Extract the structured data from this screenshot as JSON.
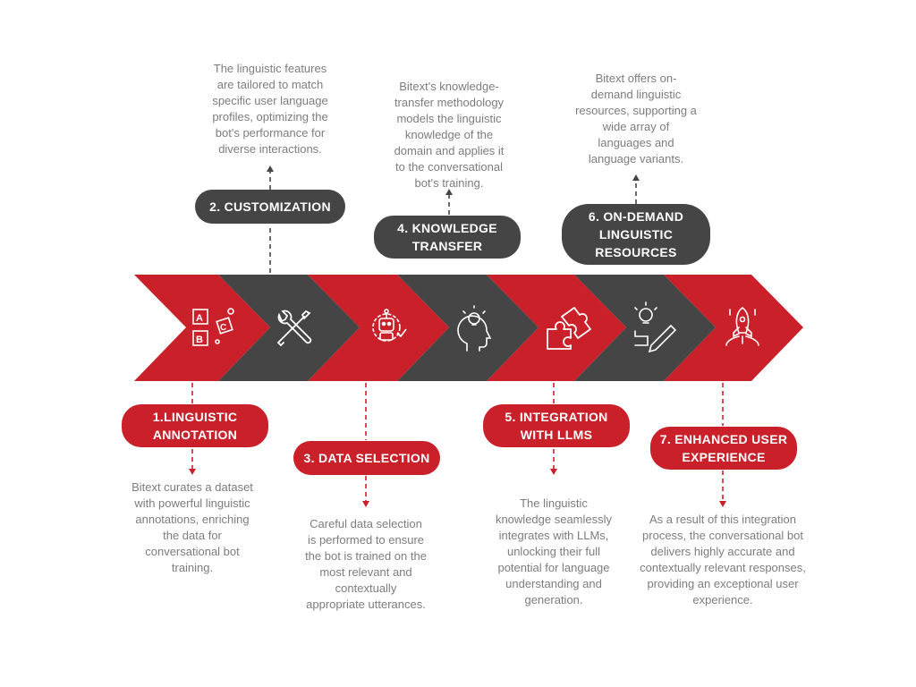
{
  "colors": {
    "red": "#c9202a",
    "dark": "#454545",
    "arrow_up": "#454545",
    "arrow_down": "#c9202a"
  },
  "steps": [
    {
      "label": "1.LINGUISTIC\nANNOTATION",
      "description": "Bitext curates a dataset\nwith powerful linguistic\nannotations, enriching\nthe data for\nconversational bot\ntraining.",
      "icon": "abc-blocks-icon"
    },
    {
      "label": "2. CUSTOMIZATION",
      "description": "The linguistic features\nare tailored to match\nspecific user language\nprofiles, optimizing the\nbot's performance for\ndiverse interactions.",
      "icon": "wrench-screwdriver-icon"
    },
    {
      "label": "3. DATA SELECTION",
      "description": "Careful data selection\nis performed to ensure\nthe bot is trained on the\nmost relevant and\ncontextually\nappropriate utterances.",
      "icon": "robot-gear-icon"
    },
    {
      "label": "4. KNOWLEDGE\nTRANSFER",
      "description": "Bitext's knowledge-\ntransfer methodology\nmodels the linguistic\nknowledge of the\ndomain and applies it\nto the conversational\nbot's training.",
      "icon": "head-lightbulb-icon"
    },
    {
      "label": "5. INTEGRATION\nWITH LLMS",
      "description": "The linguistic\nknowledge seamlessly\nintegrates with LLMs,\nunlocking their full\npotential for language\nunderstanding and\ngeneration.",
      "icon": "puzzle-pieces-icon"
    },
    {
      "label": "6. ON-DEMAND\nLINGUISTIC\nRESOURCES",
      "description": "Bitext offers on-\ndemand linguistic\nresources, supporting a\nwide array of\nlanguages and\nlanguage variants.",
      "icon": "lightbulb-pencil-icon"
    },
    {
      "label": "7. ENHANCED USER\nEXPERIENCE",
      "description": "As a result of this integration\nprocess, the conversational bot\ndelivers highly accurate and\ncontextually relevant responses,\nproviding an exceptional user\nexperience.",
      "icon": "rocket-icon"
    }
  ]
}
